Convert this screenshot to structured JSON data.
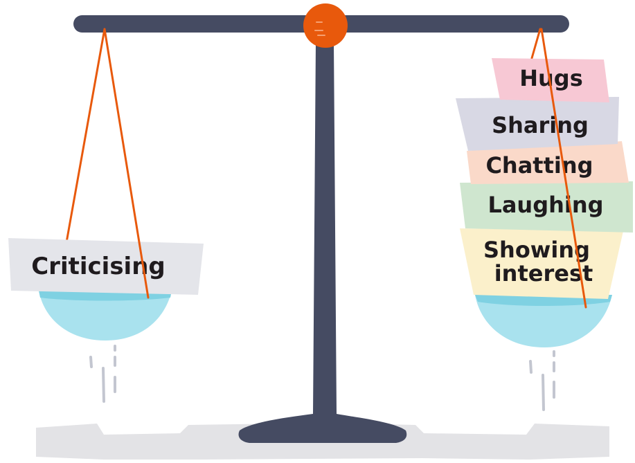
{
  "colors": {
    "beam": "#454b62",
    "pivot": "#e8590c",
    "rope": "#e8590c",
    "bowl_light": "#a9e2ee",
    "bowl_dark": "#7fd1e2",
    "ground_shadow": "#e3e3e6",
    "drip": "#c3c6d0"
  },
  "left_pan": {
    "cards": [
      {
        "label": "Criticising",
        "color": "#e4e5ea"
      }
    ]
  },
  "right_pan": {
    "cards": [
      {
        "label": "Hugs",
        "color": "#f7c8d4"
      },
      {
        "label": "Sharing",
        "color": "#d8d8e4"
      },
      {
        "label": "Chatting",
        "color": "#fad9c9"
      },
      {
        "label": "Laughing",
        "color": "#cfe6cf"
      },
      {
        "label_line1": "Showing",
        "label_line2": "interest",
        "color": "#fbf0cb"
      }
    ]
  }
}
